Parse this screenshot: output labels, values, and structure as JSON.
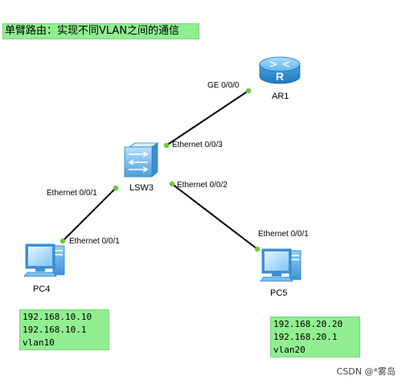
{
  "title": "单臂路由：实现不同VLAN之间的通信",
  "devices": {
    "router": {
      "name": "AR1"
    },
    "switch": {
      "name": "LSW3"
    },
    "pc_left": {
      "name": "PC4"
    },
    "pc_right": {
      "name": "PC5"
    }
  },
  "ports": {
    "ar1_ge": "GE 0/0/0",
    "lsw_e3": "Ethernet 0/0/3",
    "lsw_e1": "Ethernet 0/0/1",
    "lsw_e2": "Ethernet 0/0/2",
    "pc4_e1": "Ethernet 0/0/1",
    "pc5_e1": "Ethernet 0/0/1"
  },
  "pc4_info": {
    "ip": "192.168.10.10",
    "gateway": "192.168.10.1",
    "vlan": "vlan10"
  },
  "pc5_info": {
    "ip": "192.168.20.20",
    "gateway": "192.168.20.1",
    "vlan": "vlan20"
  },
  "watermark": "CSDN @*雾岛",
  "colors": {
    "note_fill": "#90ee90",
    "port_dot": "#66cc33",
    "link": "#000000",
    "device_blue": "#4aa3df"
  }
}
